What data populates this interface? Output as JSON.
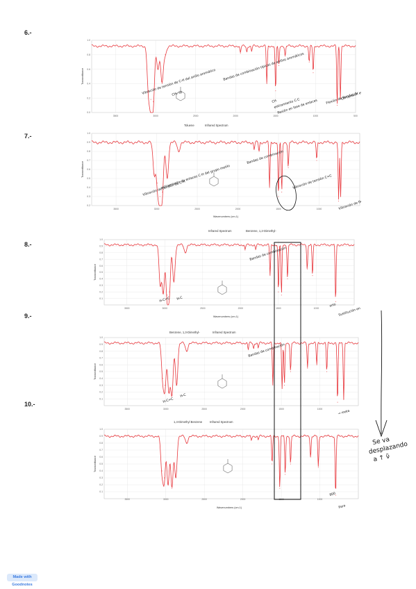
{
  "page": {
    "question_numbers": [
      "6.-",
      "7.-",
      "8.-",
      "9.-",
      "10.-"
    ],
    "footer_badge": "Made with Goodnotes"
  },
  "annotations": {
    "side_note": [
      "Se va",
      "desplazando",
      "a ↑ ν̃"
    ],
    "meta_note": "→ meta"
  },
  "colors": {
    "spectrum": "#e8363b",
    "grid": "#e3e3e3",
    "frame": "#bdbdbd",
    "ink": "#111111"
  },
  "chart_data": [
    {
      "type": "line",
      "title": "Toluene",
      "subtitle": "Infrared Spectrum",
      "xlabel": "",
      "ylabel": "Transmittance",
      "xlim": [
        3800,
        500
      ],
      "ylim": [
        0,
        1
      ],
      "xticks": [
        3500,
        3000,
        2500,
        2000,
        1500,
        1000,
        500
      ],
      "yticks": [
        0,
        0.2,
        0.4,
        0.6,
        0.8,
        1.0
      ],
      "baseline": 0.92,
      "peaks": [
        [
          3090,
          0.3
        ],
        [
          3060,
          0.18
        ],
        [
          3030,
          0.15
        ],
        [
          2970,
          0.6
        ],
        [
          2920,
          0.4
        ],
        [
          2880,
          0.8
        ],
        [
          1940,
          0.82
        ],
        [
          1860,
          0.84
        ],
        [
          1800,
          0.85
        ],
        [
          1610,
          0.4
        ],
        [
          1500,
          0.3
        ],
        [
          1460,
          0.65
        ],
        [
          1380,
          0.78
        ],
        [
          1080,
          0.7
        ],
        [
          1030,
          0.55
        ],
        [
          730,
          0.1
        ],
        [
          690,
          0.2
        ]
      ],
      "annotations": [
        "Vibración de tensión de C-H del anillo aromático",
        "CH₂ sp",
        "Bandas de combinación típicas de anillos aromáticos",
        "CH",
        "estiramiento C-C",
        "flexión en fase de enlaces",
        "Flexión de Bandas Ar",
        "CH tensión en el plano"
      ],
      "legend": "none",
      "grid": true
    },
    {
      "type": "line",
      "title": "",
      "subtitle": "",
      "xlabel": "Wavenumbers (cm-1)",
      "ylabel": "Transmittance",
      "xlim": [
        3800,
        500
      ],
      "ylim": [
        0.2,
        1
      ],
      "xticks": [
        3500,
        3000,
        2500,
        2000,
        1500,
        1000
      ],
      "yticks": [
        0.2,
        0.3,
        0.4,
        0.5,
        0.6,
        0.7,
        0.8,
        0.9,
        1.0
      ],
      "baseline": 0.9,
      "peaks": [
        [
          3030,
          0.55
        ],
        [
          2990,
          0.45
        ],
        [
          2960,
          0.3
        ],
        [
          2930,
          0.35
        ],
        [
          2870,
          0.5
        ],
        [
          2730,
          0.8
        ],
        [
          1800,
          0.82
        ],
        [
          1740,
          0.8
        ],
        [
          1610,
          0.4
        ],
        [
          1500,
          0.3
        ],
        [
          1460,
          0.35
        ],
        [
          1380,
          0.62
        ],
        [
          1030,
          0.7
        ],
        [
          760,
          0.25
        ],
        [
          735,
          0.3
        ]
      ],
      "annotations": [
        "Vibración de tensión de C-H",
        "estiramiento de enlaces C-H del grupo metilo",
        "Bandas de combinación",
        "Vibración de tensión C=C",
        "Vibración de flexión de C-H fuera del plano"
      ],
      "legend": "none",
      "grid": true
    },
    {
      "type": "line",
      "title": "Infrared Spectrum",
      "subtitle": "Benzene, 1,2-Dimethyl-",
      "xlabel": "Wavenumbers (cm-1)",
      "ylabel": "Transmittance",
      "xlim": [
        3800,
        500
      ],
      "ylim": [
        0,
        1
      ],
      "xticks": [
        3500,
        3000,
        2500,
        2000,
        1500,
        1000
      ],
      "yticks": [
        0.1,
        0.2,
        0.3,
        0.4,
        0.5,
        0.6,
        0.7,
        0.8,
        0.9,
        1.0
      ],
      "baseline": 0.92,
      "peaks": [
        [
          3060,
          0.3
        ],
        [
          3020,
          0.2
        ],
        [
          2970,
          0.15
        ],
        [
          2940,
          0.2
        ],
        [
          2880,
          0.35
        ],
        [
          2730,
          0.8
        ],
        [
          1940,
          0.84
        ],
        [
          1800,
          0.85
        ],
        [
          1610,
          0.45
        ],
        [
          1500,
          0.2
        ],
        [
          1460,
          0.15
        ],
        [
          1380,
          0.4
        ],
        [
          1120,
          0.55
        ],
        [
          1050,
          0.45
        ],
        [
          745,
          0.05
        ]
      ],
      "annotations": [
        "H-C=C",
        "H-C",
        "Bandas de combinación",
        "orto",
        "Sustitución en orto"
      ],
      "legend": "none",
      "grid": true
    },
    {
      "type": "line",
      "title": "Benzene, 1,3-Dimethyl-",
      "subtitle": "Infrared Spectrum",
      "xlabel": "",
      "ylabel": "Transmittance",
      "xlim": [
        3800,
        500
      ],
      "ylim": [
        0,
        1
      ],
      "xticks": [
        3500,
        3000,
        2500,
        2000,
        1500,
        1000
      ],
      "yticks": [
        0.1,
        0.2,
        0.3,
        0.4,
        0.5,
        0.6,
        0.7,
        0.8,
        0.9,
        1.0
      ],
      "baseline": 0.92,
      "peaks": [
        [
          3040,
          0.4
        ],
        [
          3010,
          0.3
        ],
        [
          2960,
          0.2
        ],
        [
          2920,
          0.15
        ],
        [
          2860,
          0.3
        ],
        [
          2730,
          0.8
        ],
        [
          1930,
          0.82
        ],
        [
          1860,
          0.84
        ],
        [
          1800,
          0.85
        ],
        [
          1610,
          0.3
        ],
        [
          1490,
          0.25
        ],
        [
          1460,
          0.3
        ],
        [
          1380,
          0.5
        ],
        [
          1160,
          0.55
        ],
        [
          1040,
          0.6
        ],
        [
          910,
          0.5
        ],
        [
          770,
          0.05
        ],
        [
          690,
          0.1
        ]
      ],
      "annotations": [
        "H-C=C",
        "H-C",
        "Bandas de combinación"
      ],
      "legend": "none",
      "grid": true
    },
    {
      "type": "line",
      "title": "1,4-Dimethyl Benzene",
      "subtitle": "Infrared Spectrum",
      "xlabel": "Wavenumbers (cm-1)",
      "ylabel": "Transmittance",
      "xlim": [
        3800,
        500
      ],
      "ylim": [
        0,
        1
      ],
      "xticks": [
        3500,
        3000,
        2500,
        2000,
        1500,
        1000
      ],
      "yticks": [
        0.1,
        0.2,
        0.3,
        0.4,
        0.5,
        0.6,
        0.7,
        0.8,
        0.9,
        1.0
      ],
      "baseline": 0.9,
      "peaks": [
        [
          3050,
          0.4
        ],
        [
          3020,
          0.3
        ],
        [
          2970,
          0.2
        ],
        [
          2920,
          0.15
        ],
        [
          2870,
          0.3
        ],
        [
          2730,
          0.8
        ],
        [
          1890,
          0.84
        ],
        [
          1800,
          0.85
        ],
        [
          1620,
          0.5
        ],
        [
          1520,
          0.15
        ],
        [
          1450,
          0.35
        ],
        [
          1380,
          0.5
        ],
        [
          1120,
          0.6
        ],
        [
          1020,
          0.45
        ],
        [
          795,
          0.05
        ]
      ],
      "annotations": [
        "800",
        "Para"
      ],
      "legend": "none",
      "grid": true
    }
  ]
}
